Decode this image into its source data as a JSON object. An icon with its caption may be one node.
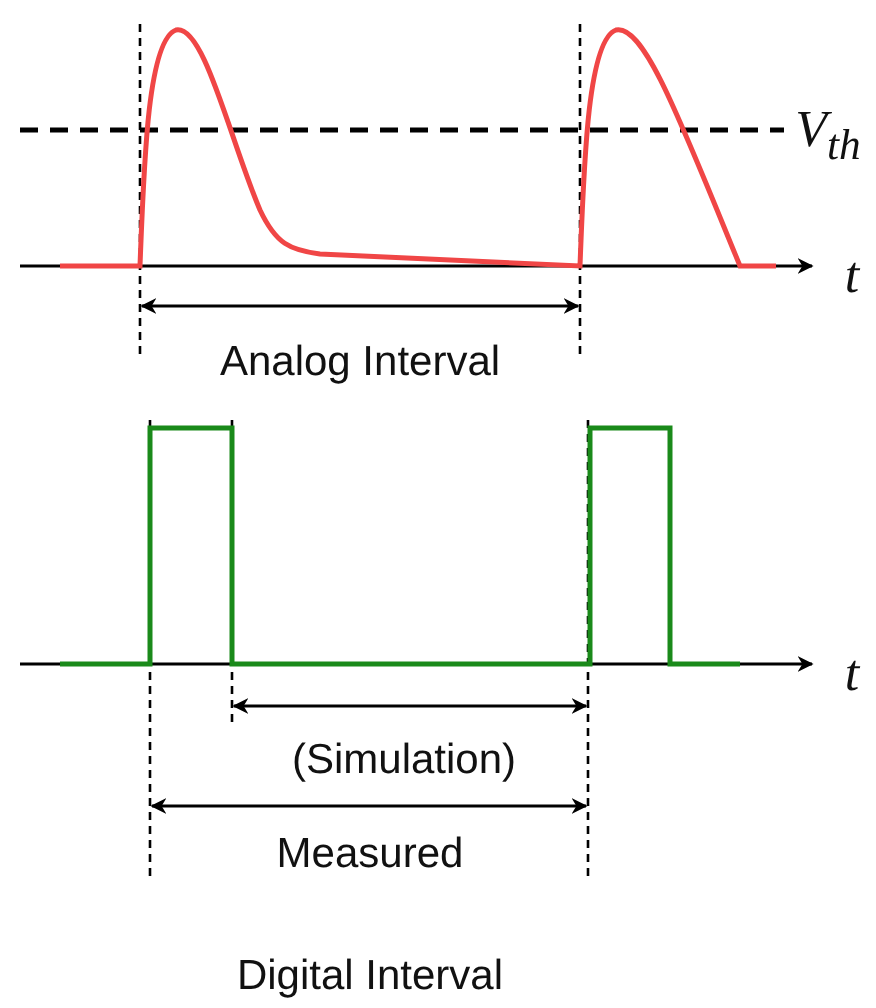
{
  "diagram": {
    "caption": "Digital Interval",
    "labels": [
      "V$_{th}$",
      "t",
      "Analog Interval",
      "t",
      "(Simulation)",
      "Measured"
    ]
  }
}
